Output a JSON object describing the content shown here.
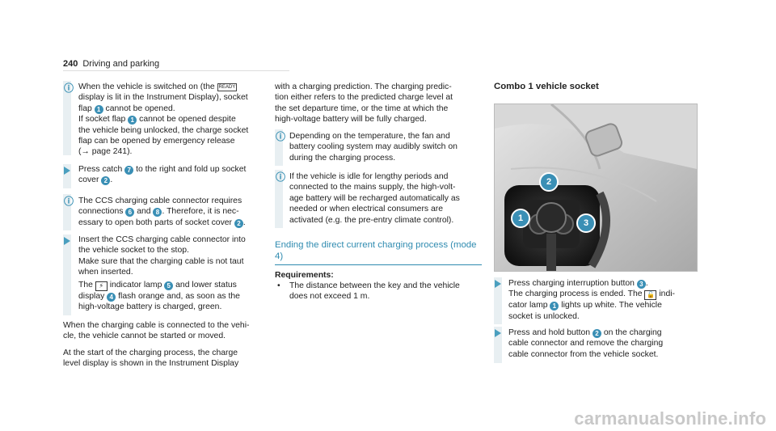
{
  "header": {
    "page_number": "240",
    "section": "Driving and parking"
  },
  "colors": {
    "accent": "#2f8bb0",
    "number_badge": "#3a8fb5",
    "note_bar": "#e8eff2"
  },
  "icons": {
    "note": "info-circle-icon",
    "step": "triangle-arrow-icon",
    "ready": "ready-indicator-icon",
    "charge": "charge-indicator-icon",
    "unlock": "unlock-icon"
  },
  "col1": {
    "note1": {
      "line1a": "When the vehicle is switched on (the",
      "ready_icon": "READY",
      "line2": "display is lit in the Instrument Display), socket",
      "line3a": "flap",
      "line3b": "cannot be opened.",
      "line4a": "If socket flap",
      "line4b": "cannot be opened despite",
      "line5": "the vehicle being unlocked, the charge socket",
      "line6": "flap can be opened by emergency release",
      "line7": "(→ page 241)."
    },
    "step1": {
      "line1a": "Press catch",
      "line1b": "to the right and fold up socket",
      "line2a": "cover",
      "line2b": "."
    },
    "note2": {
      "line1": "The CCS charging cable connector requires",
      "line2a": "connections",
      "line2b": "and",
      "line2c": ". Therefore, it is nec-",
      "line3a": "essary to open both parts of socket cover",
      "line3b": "."
    },
    "step2": {
      "line1": "Insert the CCS charging cable connector into",
      "line2": "the vehicle socket to the stop.",
      "line3": "Make sure that the charging cable is not taut",
      "line4": "when inserted.",
      "line5a": "The",
      "line5b": "indicator lamp",
      "line5c": "and lower status",
      "line6a": "display",
      "line6b": "flash orange and, as soon as the",
      "line7": "high-voltage battery is charged, green."
    },
    "para1": {
      "line1": "When the charging cable is connected to the vehi-",
      "line2": "cle, the vehicle cannot be started or moved."
    },
    "para2": {
      "line1": "At the start of the charging process, the charge",
      "line2": "level display is shown in the Instrument Display"
    }
  },
  "col2": {
    "para": {
      "line1": "with a charging prediction. The charging predic-",
      "line2": "tion either refers to the predicted charge level at",
      "line3": "the set departure time, or the time at which the",
      "line4": "high-voltage battery will be fully charged."
    },
    "note1": {
      "line1": "Depending on the temperature, the fan and",
      "line2": "battery cooling system may audibly switch on",
      "line3": "during the charging process."
    },
    "note2": {
      "line1": "If the vehicle is idle for lengthy periods and",
      "line2": "connected to the mains supply, the high-volt-",
      "line3": "age battery will be recharged automatically as",
      "line4": "needed or when electrical consumers are",
      "line5": "activated (e.g. the pre-entry climate control)."
    },
    "section_title": {
      "line1": "Ending the direct current charging process (mode",
      "line2": "4)"
    },
    "requirements_label": "Requirements:",
    "requirement": {
      "line1": "The distance between the key and the vehicle",
      "line2": "does not exceed 1 m."
    }
  },
  "col3": {
    "image_title": "Combo 1 vehicle socket",
    "callouts": [
      "1",
      "2",
      "3"
    ],
    "step1": {
      "line1a": "Press charging interruption button",
      "line1b": ".",
      "line2a": "The charging process is ended. The",
      "line2b": "indi-",
      "line3a": "cator lamp",
      "line3b": "lights up white. The vehicle",
      "line4": "socket is unlocked."
    },
    "step2": {
      "line1a": "Press and hold button",
      "line1b": "on the charging",
      "line2": "cable connector and remove the charging",
      "line3": "cable connector from the vehicle socket."
    }
  },
  "numbers": {
    "n1": "1",
    "n2": "2",
    "n3": "3",
    "n4": "4",
    "n5": "5",
    "n6": "6",
    "n7": "7",
    "n8": "8"
  },
  "watermark": "carmanualsonline.info"
}
